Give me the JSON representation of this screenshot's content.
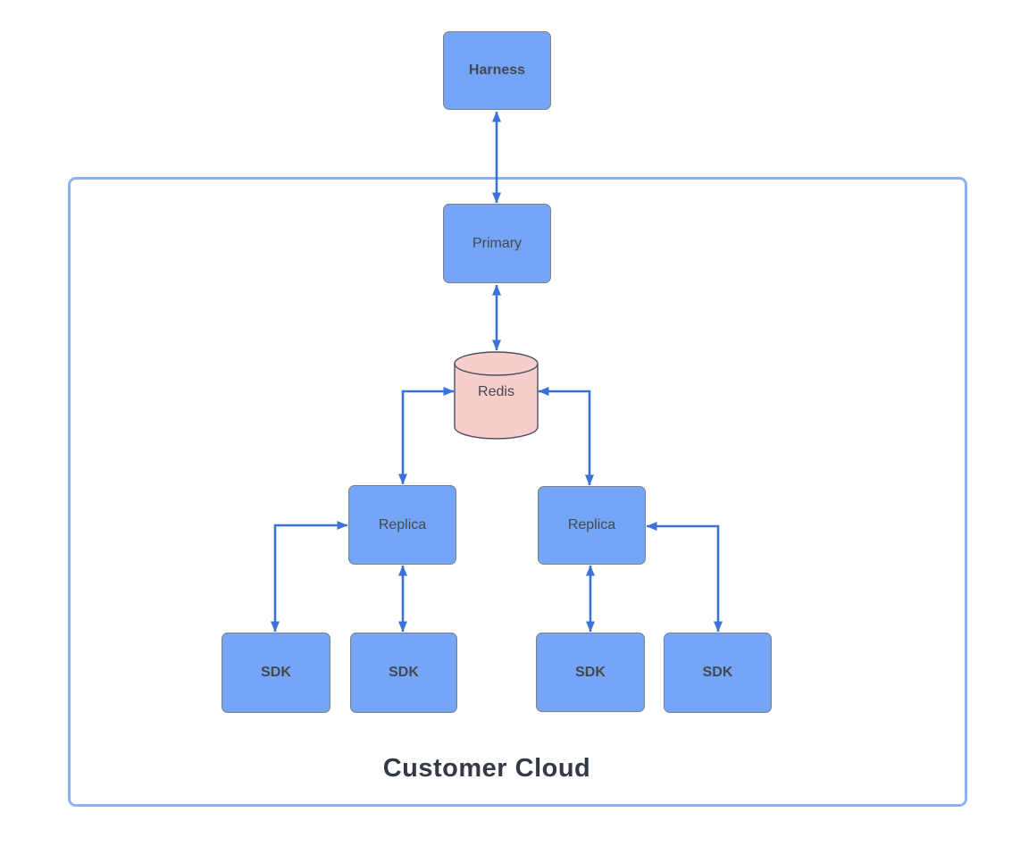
{
  "diagram": {
    "container_label": "Customer Cloud",
    "nodes": [
      {
        "id": "harness",
        "label": "Harness",
        "shape": "rounded-box",
        "inside_container": false
      },
      {
        "id": "primary",
        "label": "Primary",
        "shape": "rounded-box",
        "inside_container": true
      },
      {
        "id": "redis",
        "label": "Redis",
        "shape": "database-cylinder",
        "inside_container": true
      },
      {
        "id": "replica-left",
        "label": "Replica",
        "shape": "rounded-box",
        "inside_container": true
      },
      {
        "id": "replica-right",
        "label": "Replica",
        "shape": "rounded-box",
        "inside_container": true
      },
      {
        "id": "sdk-1",
        "label": "SDK",
        "shape": "rounded-box",
        "inside_container": true
      },
      {
        "id": "sdk-2",
        "label": "SDK",
        "shape": "rounded-box",
        "inside_container": true
      },
      {
        "id": "sdk-3",
        "label": "SDK",
        "shape": "rounded-box",
        "inside_container": true
      },
      {
        "id": "sdk-4",
        "label": "SDK",
        "shape": "rounded-box",
        "inside_container": true
      }
    ],
    "edges": [
      {
        "from": "harness",
        "to": "primary",
        "bidirectional": true,
        "style": "straight"
      },
      {
        "from": "primary",
        "to": "redis",
        "bidirectional": true,
        "style": "straight"
      },
      {
        "from": "redis",
        "to": "replica-left",
        "bidirectional": true,
        "style": "elbow"
      },
      {
        "from": "redis",
        "to": "replica-right",
        "bidirectional": true,
        "style": "elbow"
      },
      {
        "from": "replica-left",
        "to": "sdk-1",
        "bidirectional": true,
        "style": "elbow"
      },
      {
        "from": "replica-left",
        "to": "sdk-2",
        "bidirectional": true,
        "style": "straight"
      },
      {
        "from": "replica-right",
        "to": "sdk-3",
        "bidirectional": true,
        "style": "straight"
      },
      {
        "from": "replica-right",
        "to": "sdk-4",
        "bidirectional": true,
        "style": "elbow"
      }
    ],
    "colors": {
      "node_fill": "#74a5f6",
      "node_border": "#808080",
      "redis_fill": "#f8cecc",
      "redis_border": "#4a5160",
      "arrow": "#3b72d8",
      "container_border": "#8fb1f2",
      "node_text": "#45494f",
      "title_text": "#333a45",
      "background": "#ffffff"
    }
  }
}
